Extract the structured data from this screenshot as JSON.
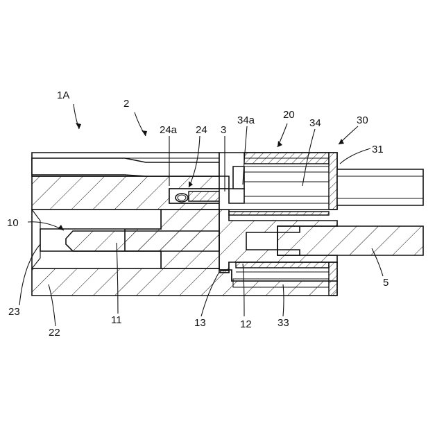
{
  "figure": {
    "labels": {
      "assembly": "1A",
      "housing_ref": "2",
      "lever_ref": "24a",
      "slot_ref": "24",
      "clip_ref": "3",
      "sleeve_tip_ref": "34a",
      "sleeve_ref": "20",
      "tube_ref": "34",
      "cap_ref": "30",
      "cable_sheath_ref": "31",
      "tip_ref": "10",
      "bore_ref": "23",
      "body_ref": "22",
      "pin_ref": "11",
      "flange_ref": "13",
      "shank_ref": "12",
      "spring_ref": "33",
      "cable_ref": "5"
    }
  }
}
